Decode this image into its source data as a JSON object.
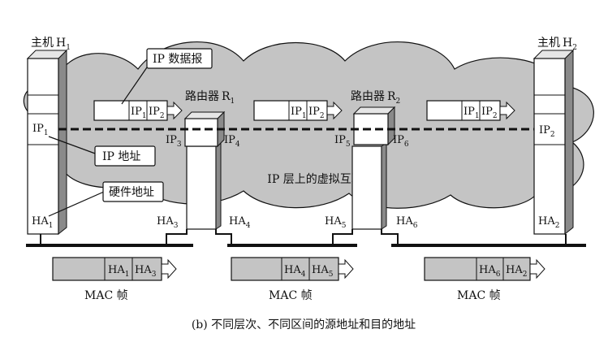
{
  "hosts": {
    "h1": {
      "label": "主机",
      "sub": "1",
      "ip": "IP",
      "ip_sub": "1",
      "ha": "HA",
      "ha_sub": "1"
    },
    "h2": {
      "label": "主机",
      "sub": "2",
      "ip": "IP",
      "ip_sub": "2",
      "ha": "HA",
      "ha_sub": "2"
    }
  },
  "routers": {
    "r1": {
      "label": "路由器",
      "sub": "1",
      "left_ip": "IP",
      "left_ip_sub": "3",
      "right_ip": "IP",
      "right_ip_sub": "4",
      "left_ha": "HA",
      "left_ha_sub": "3",
      "right_ha": "HA",
      "right_ha_sub": "4"
    },
    "r2": {
      "label": "路由器",
      "sub": "2",
      "left_ip": "IP",
      "left_ip_sub": "5",
      "right_ip": "IP",
      "right_ip_sub": "6",
      "left_ha": "HA",
      "left_ha_sub": "5",
      "right_ha": "HA",
      "right_ha_sub": "6"
    }
  },
  "cloud_label": "IP 层上的虚拟互联网",
  "callouts": {
    "ip_datagram": "IP 数据报",
    "ip_address": "IP 地址",
    "hw_address": "硬件地址"
  },
  "ip_datagrams": [
    {
      "src": "IP",
      "src_sub": "1",
      "dst": "IP",
      "dst_sub": "2"
    },
    {
      "src": "IP",
      "src_sub": "1",
      "dst": "IP",
      "dst_sub": "2"
    },
    {
      "src": "IP",
      "src_sub": "1",
      "dst": "IP",
      "dst_sub": "2"
    }
  ],
  "mac_frames": [
    {
      "src": "HA",
      "src_sub": "1",
      "dst": "HA",
      "dst_sub": "3",
      "label": "MAC 帧"
    },
    {
      "src": "HA",
      "src_sub": "4",
      "dst": "HA",
      "dst_sub": "5",
      "label": "MAC 帧"
    },
    {
      "src": "HA",
      "src_sub": "6",
      "dst": "HA",
      "dst_sub": "2",
      "label": "MAC 帧"
    }
  ],
  "caption": "(b) 不同层次、不同区间的源地址和目的地址",
  "colors": {
    "cloud": "#c4c4c4",
    "box": "#ffffff",
    "stroke": "#111111",
    "shade": "#8a8a8a"
  }
}
